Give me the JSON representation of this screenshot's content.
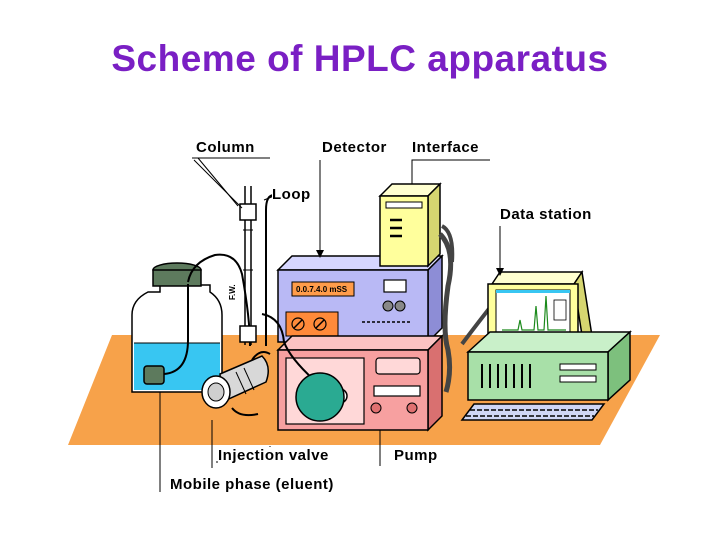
{
  "title": "Scheme of HPLC apparatus",
  "colors": {
    "title": "#7a1fc4",
    "bench": "#f7a24a",
    "pump": "#f7a0a0",
    "detector": "#b9b9f5",
    "interface": "#ffff9c",
    "computer": "#ffff9c",
    "water": "#38c6f2",
    "cap": "#5d7a5d",
    "motor": "#2aaa92",
    "outline": "#000000"
  },
  "labels": {
    "column": "Column",
    "detector": "Detector",
    "interface": "Interface",
    "loop": "Loop",
    "data_station": "Data station",
    "injection_valve": "Injection valve",
    "pump": "Pump",
    "mobile_phase": "Mobile phase (eluent)"
  },
  "column_marking": "F.W.",
  "detector_display": "0.0.7.4.0 mSS"
}
